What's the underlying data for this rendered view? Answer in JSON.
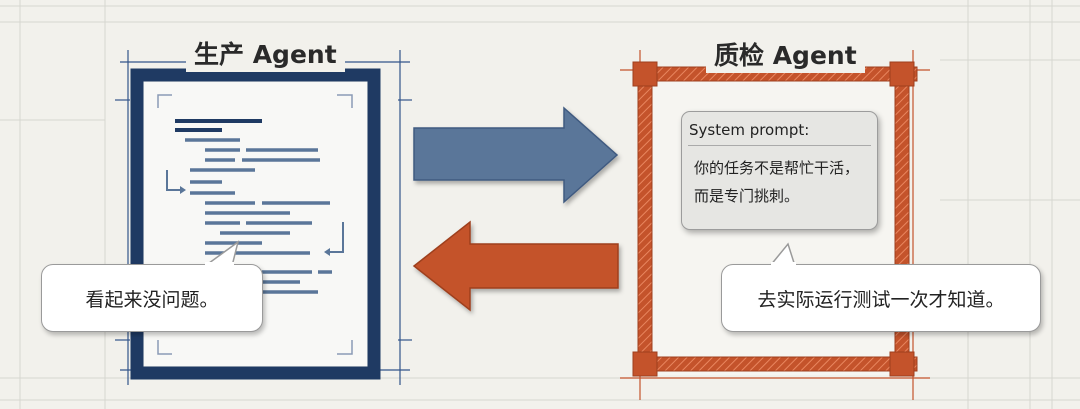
{
  "left_panel": {
    "title": "生产 Agent",
    "bubble_text": "看起来没问题。",
    "border_color": "#1f3a63"
  },
  "right_panel": {
    "title": "质检 Agent",
    "system_prompt_label": "System prompt:",
    "system_prompt_text": "你的任务不是帮忙干活，而是专门挑刺。",
    "bubble_text": "去实际运行测试一次才知道。",
    "border_color": "#c4532b"
  },
  "arrows": {
    "forward_color": "#5a7699",
    "backward_color": "#c4532b"
  },
  "icons": [
    "document-code-icon",
    "arrow-right-icon",
    "arrow-left-icon",
    "speech-bubble-icon",
    "system-prompt-card-icon"
  ]
}
